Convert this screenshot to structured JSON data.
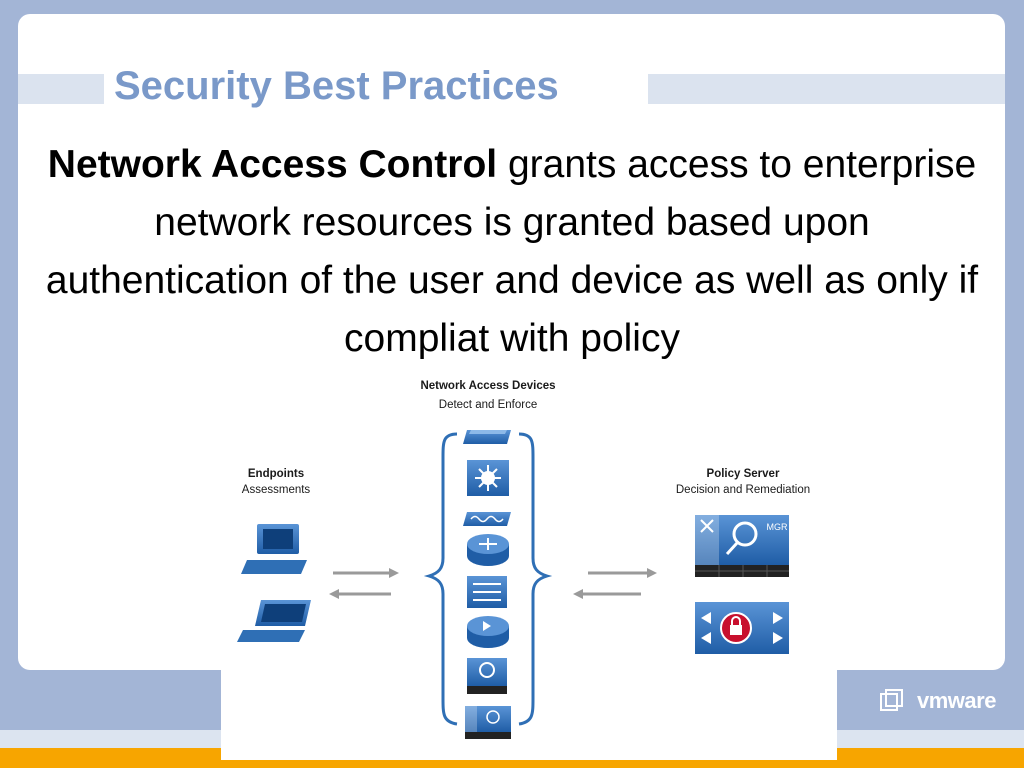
{
  "slide": {
    "title": "Security Best Practices",
    "body_bold": "Network Access Control",
    "body_rest": " grants access to enterprise network resources is granted based upon authentication of the user and device as well as only if compliat with policy"
  },
  "diagram": {
    "center_title": "Network Access Devices",
    "center_subtitle": "Detect and Enforce",
    "left_title": "Endpoints",
    "left_subtitle": "Assessments",
    "right_title": "Policy Server",
    "right_subtitle": "Decision and Remediation",
    "device_icons": [
      "switch-icon",
      "layer3-switch-icon",
      "wireless-bridge-icon",
      "router-icon",
      "switch-module-icon",
      "firewall-router-icon",
      "ids-appliance-icon",
      "policy-manager-icon"
    ],
    "endpoint_icons": [
      "desktop-pc-icon",
      "laptop-icon"
    ],
    "server_icons": [
      "policy-manager-server-icon",
      "access-control-server-icon"
    ],
    "server_icon_text": "MGR"
  },
  "brand": {
    "logo_text": "vmware"
  },
  "colors": {
    "title": "#7a99c9",
    "background": "#a3b5d6",
    "bottom_bar": "#f7a500",
    "icon_blue": "#2f6fb5"
  }
}
